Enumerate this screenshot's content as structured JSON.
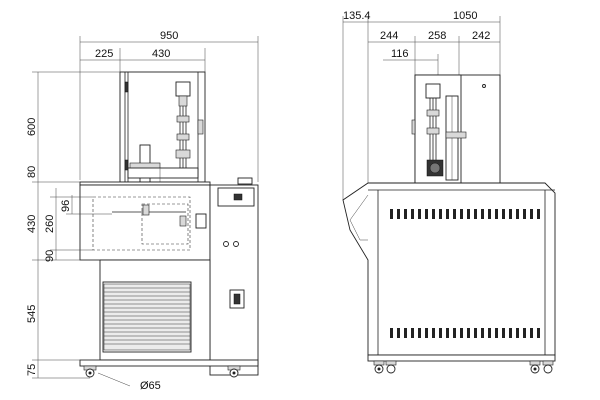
{
  "front_view": {
    "overall_width": "950",
    "left_offset": "225",
    "upper_width": "430",
    "height_upper": "600",
    "height_collar": "80",
    "height_bath": "430",
    "height_bath_inner": "260",
    "height_small": "96",
    "height_bottom_gap": "90",
    "height_cabinet": "545",
    "height_feet": "75",
    "caster_diameter": "Ø65"
  },
  "side_view": {
    "overhang": "135.4",
    "overall_depth": "1050",
    "seg_left": "244",
    "seg_mid": "258",
    "seg_right": "242",
    "seg_small": "116"
  }
}
